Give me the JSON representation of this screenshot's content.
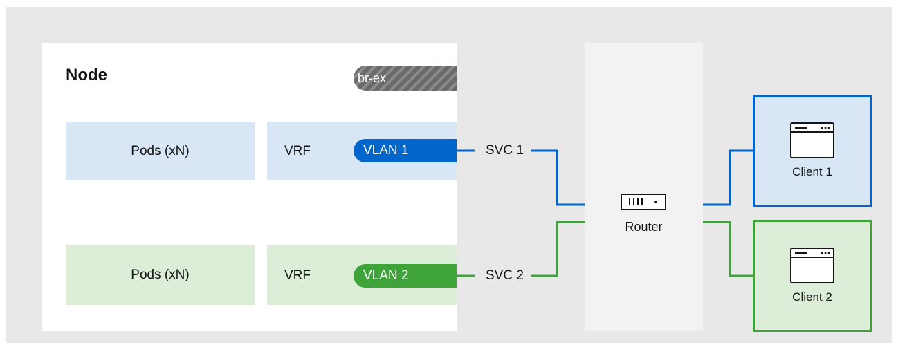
{
  "node": {
    "title": "Node",
    "bridge_label": "br-ex",
    "rows": [
      {
        "pods_label": "Pods (xN)",
        "vrf_label": "VRF",
        "vlan_label": "VLAN 1",
        "svc_label": "SVC 1",
        "color": "#0066cc"
      },
      {
        "pods_label": "Pods (xN)",
        "vrf_label": "VRF",
        "vlan_label": "VLAN 2",
        "svc_label": "SVC 2",
        "color": "#3ea43a"
      }
    ]
  },
  "router": {
    "label": "Router",
    "icon": "router-icon"
  },
  "clients": [
    {
      "label": "Client 1",
      "icon": "browser-window-icon",
      "color": "#0066cc"
    },
    {
      "label": "Client 2",
      "icon": "browser-window-icon",
      "color": "#3ea43a"
    }
  ],
  "colors": {
    "background": "#e8e8e8",
    "blue_light": "#d9e6f5",
    "green_light": "#dcedd8",
    "blue": "#0066cc",
    "green": "#3ea43a"
  }
}
